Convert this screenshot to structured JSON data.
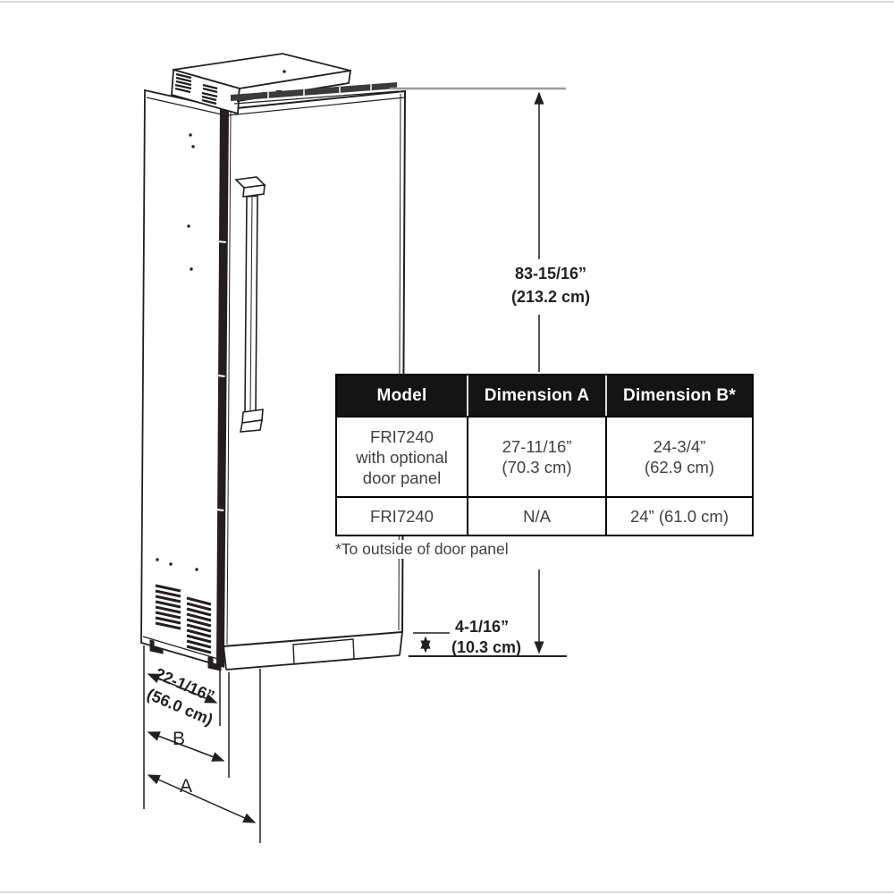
{
  "drawing": {
    "labels": {
      "height_in": "83-15/16”",
      "height_cm": "(213.2 cm)",
      "toekick_in": "4-1/16”",
      "toekick_cm": "(10.3 cm)",
      "depth_in": "22-1/16”",
      "depth_cm": "(56.0 cm)",
      "dim_b": "B",
      "dim_a": "A"
    }
  },
  "table": {
    "columns": [
      "Model",
      "Dimension A",
      "Dimension B*"
    ],
    "rows": [
      {
        "model": "FRI7240\nwith optional\ndoor panel",
        "dim_a": "27-11/16”\n(70.3 cm)",
        "dim_b": "24-3/4”\n(62.9 cm)"
      },
      {
        "model": "FRI7240",
        "dim_a": "N/A",
        "dim_b": "24” (61.0 cm)"
      }
    ],
    "footnote": "*To outside of door panel"
  },
  "colors": {
    "line": "#231f20",
    "extension_gray": "#9a9a9a",
    "header_bg": "#141414",
    "header_text": "#ffffff",
    "body_text": "#414042"
  }
}
